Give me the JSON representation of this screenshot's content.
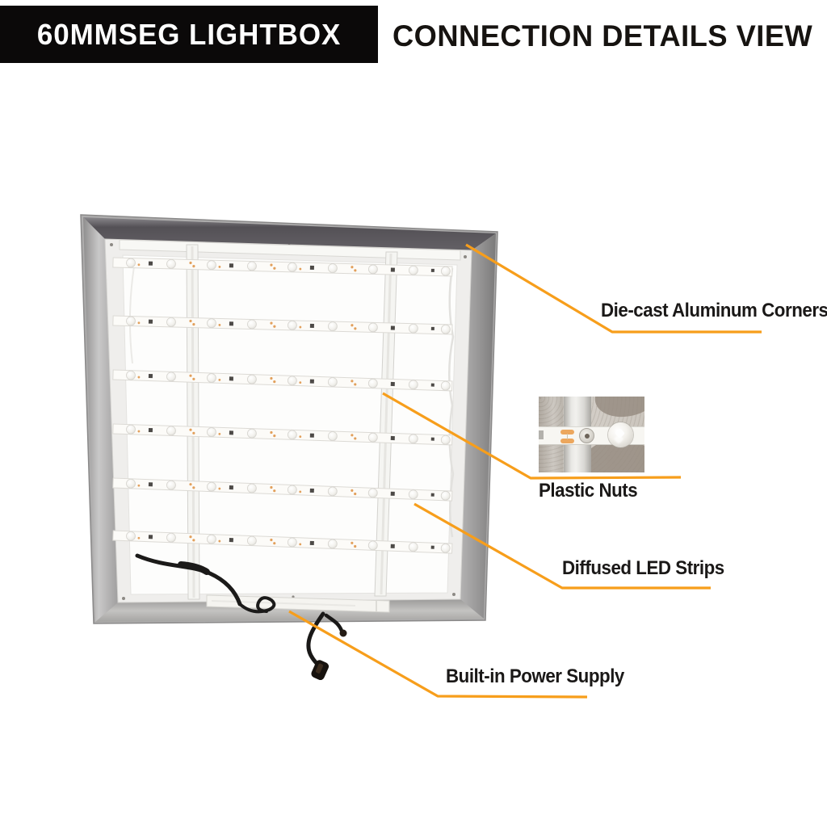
{
  "header": {
    "product_badge": "60MMSEG LIGHTBOX",
    "view_title": "CONNECTION DETAILS VIEW"
  },
  "callouts": {
    "corners": {
      "label": "Die-cast Aluminum Corners"
    },
    "nuts": {
      "label": "Plastic Nuts"
    },
    "strips": {
      "label": "Diffused LED Strips"
    },
    "power": {
      "label": "Built-in Power Supply"
    }
  },
  "colors": {
    "accent_orange": "#F79E1B",
    "banner_bg": "#0B0909",
    "label_text": "#1A1817"
  }
}
